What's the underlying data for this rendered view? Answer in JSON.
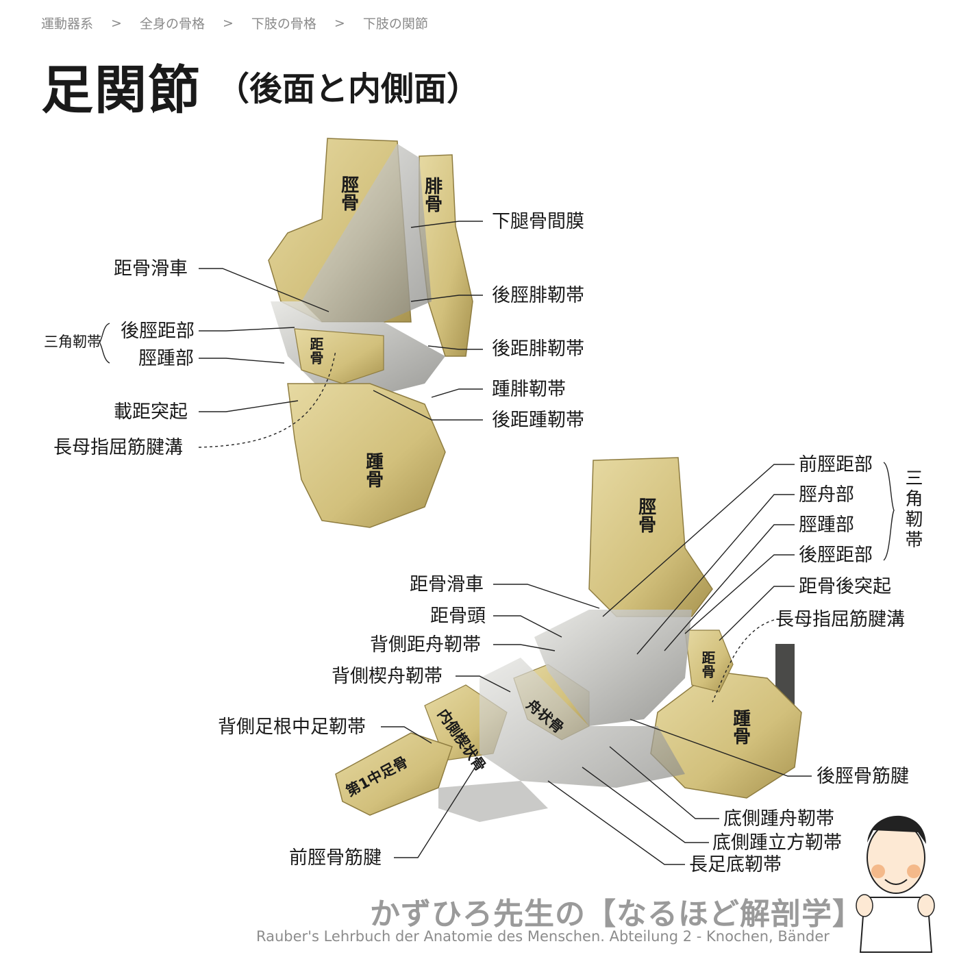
{
  "breadcrumb": [
    "運動器系",
    "全身の骨格",
    "下肢の骨格",
    "下肢の関節"
  ],
  "breadcrumb_sep": ">",
  "title": "足関節",
  "subtitle": "（後面と内側面）",
  "posterior": {
    "bones": {
      "tibia": "脛骨",
      "fibula": "腓骨",
      "talus": "距骨",
      "calcaneus": "踵骨"
    },
    "labels": {
      "interosseous": "下腿骨間膜",
      "trochlea": "距骨滑車",
      "post_tibiofibular": "後脛腓靭帯",
      "deltoid": "三角靭帯",
      "post_tibiotalar": "後脛距部",
      "tibiocalcaneal": "脛踵部",
      "post_talofibular": "後距腓靭帯",
      "calcaneofibular": "踵腓靭帯",
      "sustentaculum": "載距突起",
      "post_talocalcaneal": "後距踵靭帯",
      "fhl_groove": "長母指屈筋腱溝"
    }
  },
  "medial": {
    "bones": {
      "tibia": "脛骨",
      "talus": "距骨",
      "calcaneus": "踵骨",
      "navicular": "舟状骨",
      "cuneiform": "内側楔状骨",
      "metatarsal": "第1中足骨"
    },
    "labels": {
      "ant_tibiotalar": "前脛距部",
      "tibionavicular": "脛舟部",
      "tibiocalcaneal": "脛踵部",
      "post_tibiotalar": "後脛距部",
      "deltoid": "三角靭帯",
      "post_process": "距骨後突起",
      "fhl_groove": "長母指屈筋腱溝",
      "trochlea": "距骨滑車",
      "head": "距骨頭",
      "dorsal_talonavicular": "背側距舟靭帯",
      "dorsal_cuneonavicular": "背側楔舟靭帯",
      "dorsal_tarsometatarsal": "背側足根中足靭帯",
      "post_tibialis_tendon": "後脛骨筋腱",
      "plantar_calcaneonavicular": "底側踵舟靭帯",
      "plantar_calcaneocuboid": "底側踵立方靭帯",
      "long_plantar": "長足底靭帯",
      "ant_tibialis_tendon": "前脛骨筋腱"
    }
  },
  "brand": "かずひろ先生の【なるほど解剖学】",
  "credit": "Rauber's Lehrbuch der Anatomie des Menschen. Abteilung 2 - Knochen, Bänder",
  "colors": {
    "bone": "#d8c98c",
    "bone_dark": "#b8a560",
    "ligament": "#c8c8c4",
    "line": "#222222"
  }
}
